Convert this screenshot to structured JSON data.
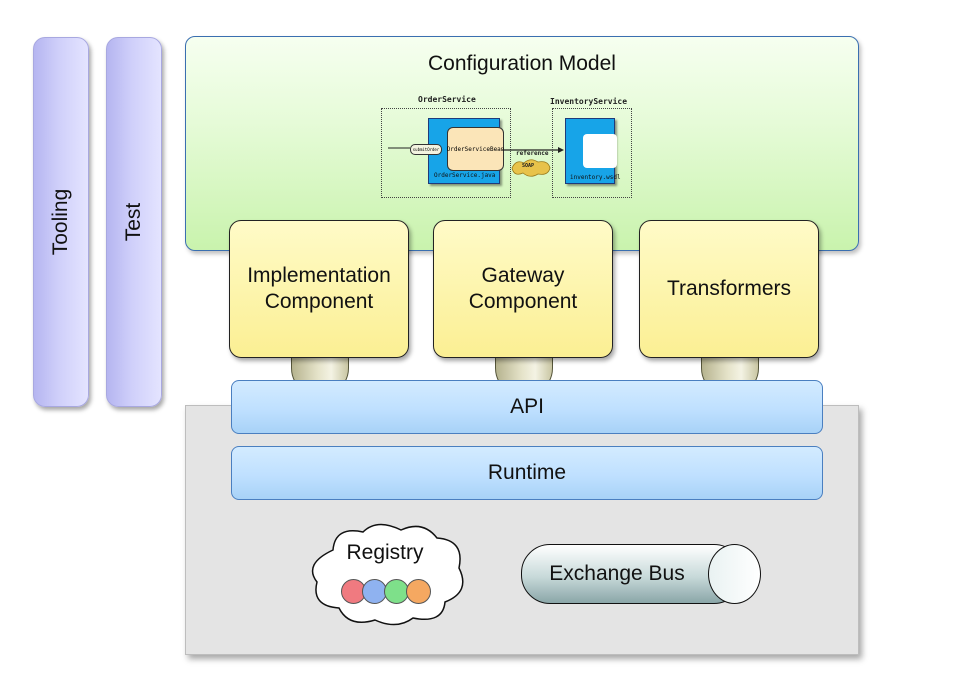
{
  "side": {
    "tooling_label": "Tooling",
    "test_label": "Test"
  },
  "config": {
    "title": "Configuration Model",
    "order_service": {
      "title": "OrderService",
      "submit_label": "submitOrder",
      "bean_label": "OrderServiceBean",
      "file_label": "OrderService.java"
    },
    "inventory_service": {
      "title": "InventoryService",
      "file_label": "inventory.wsdl"
    },
    "reference_label": "reference",
    "binding_label": "SOAP"
  },
  "components": [
    {
      "label_line1": "Implementation",
      "label_line2": "Component"
    },
    {
      "label_line1": "Gateway",
      "label_line2": "Component"
    },
    {
      "label_line1": "Transformers",
      "label_line2": ""
    }
  ],
  "layers": {
    "api_label": "API",
    "runtime_label": "Runtime"
  },
  "registry": {
    "label": "Registry",
    "ball_colors": [
      "#f07a80",
      "#8fb2f0",
      "#7ee08a",
      "#f5a861"
    ]
  },
  "bus": {
    "label": "Exchange Bus"
  }
}
